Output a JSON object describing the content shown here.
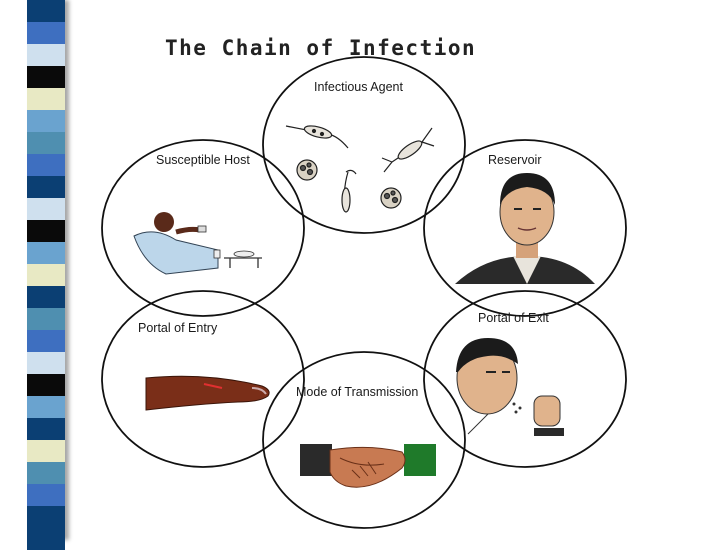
{
  "title": "The Chain of Infection",
  "nodes": {
    "infectious_agent": "Infectious Agent",
    "reservoir": "Reservoir",
    "portal_of_exit": "Portal of Exit",
    "mode_of_transmission": "Mode of Transmission",
    "portal_of_entry": "Portal of Entry",
    "susceptible_host": "Susceptible Host"
  },
  "colors": {
    "strip_palette": [
      "#0b3f73",
      "#3e6fc0",
      "#6aa3cf",
      "#cfe0ee",
      "#0a0a0a",
      "#e8e9c4",
      "#4f8fb0"
    ],
    "circle_stroke": "#111111",
    "skin": "#8a3a22",
    "suit": "#2a2a2a"
  }
}
